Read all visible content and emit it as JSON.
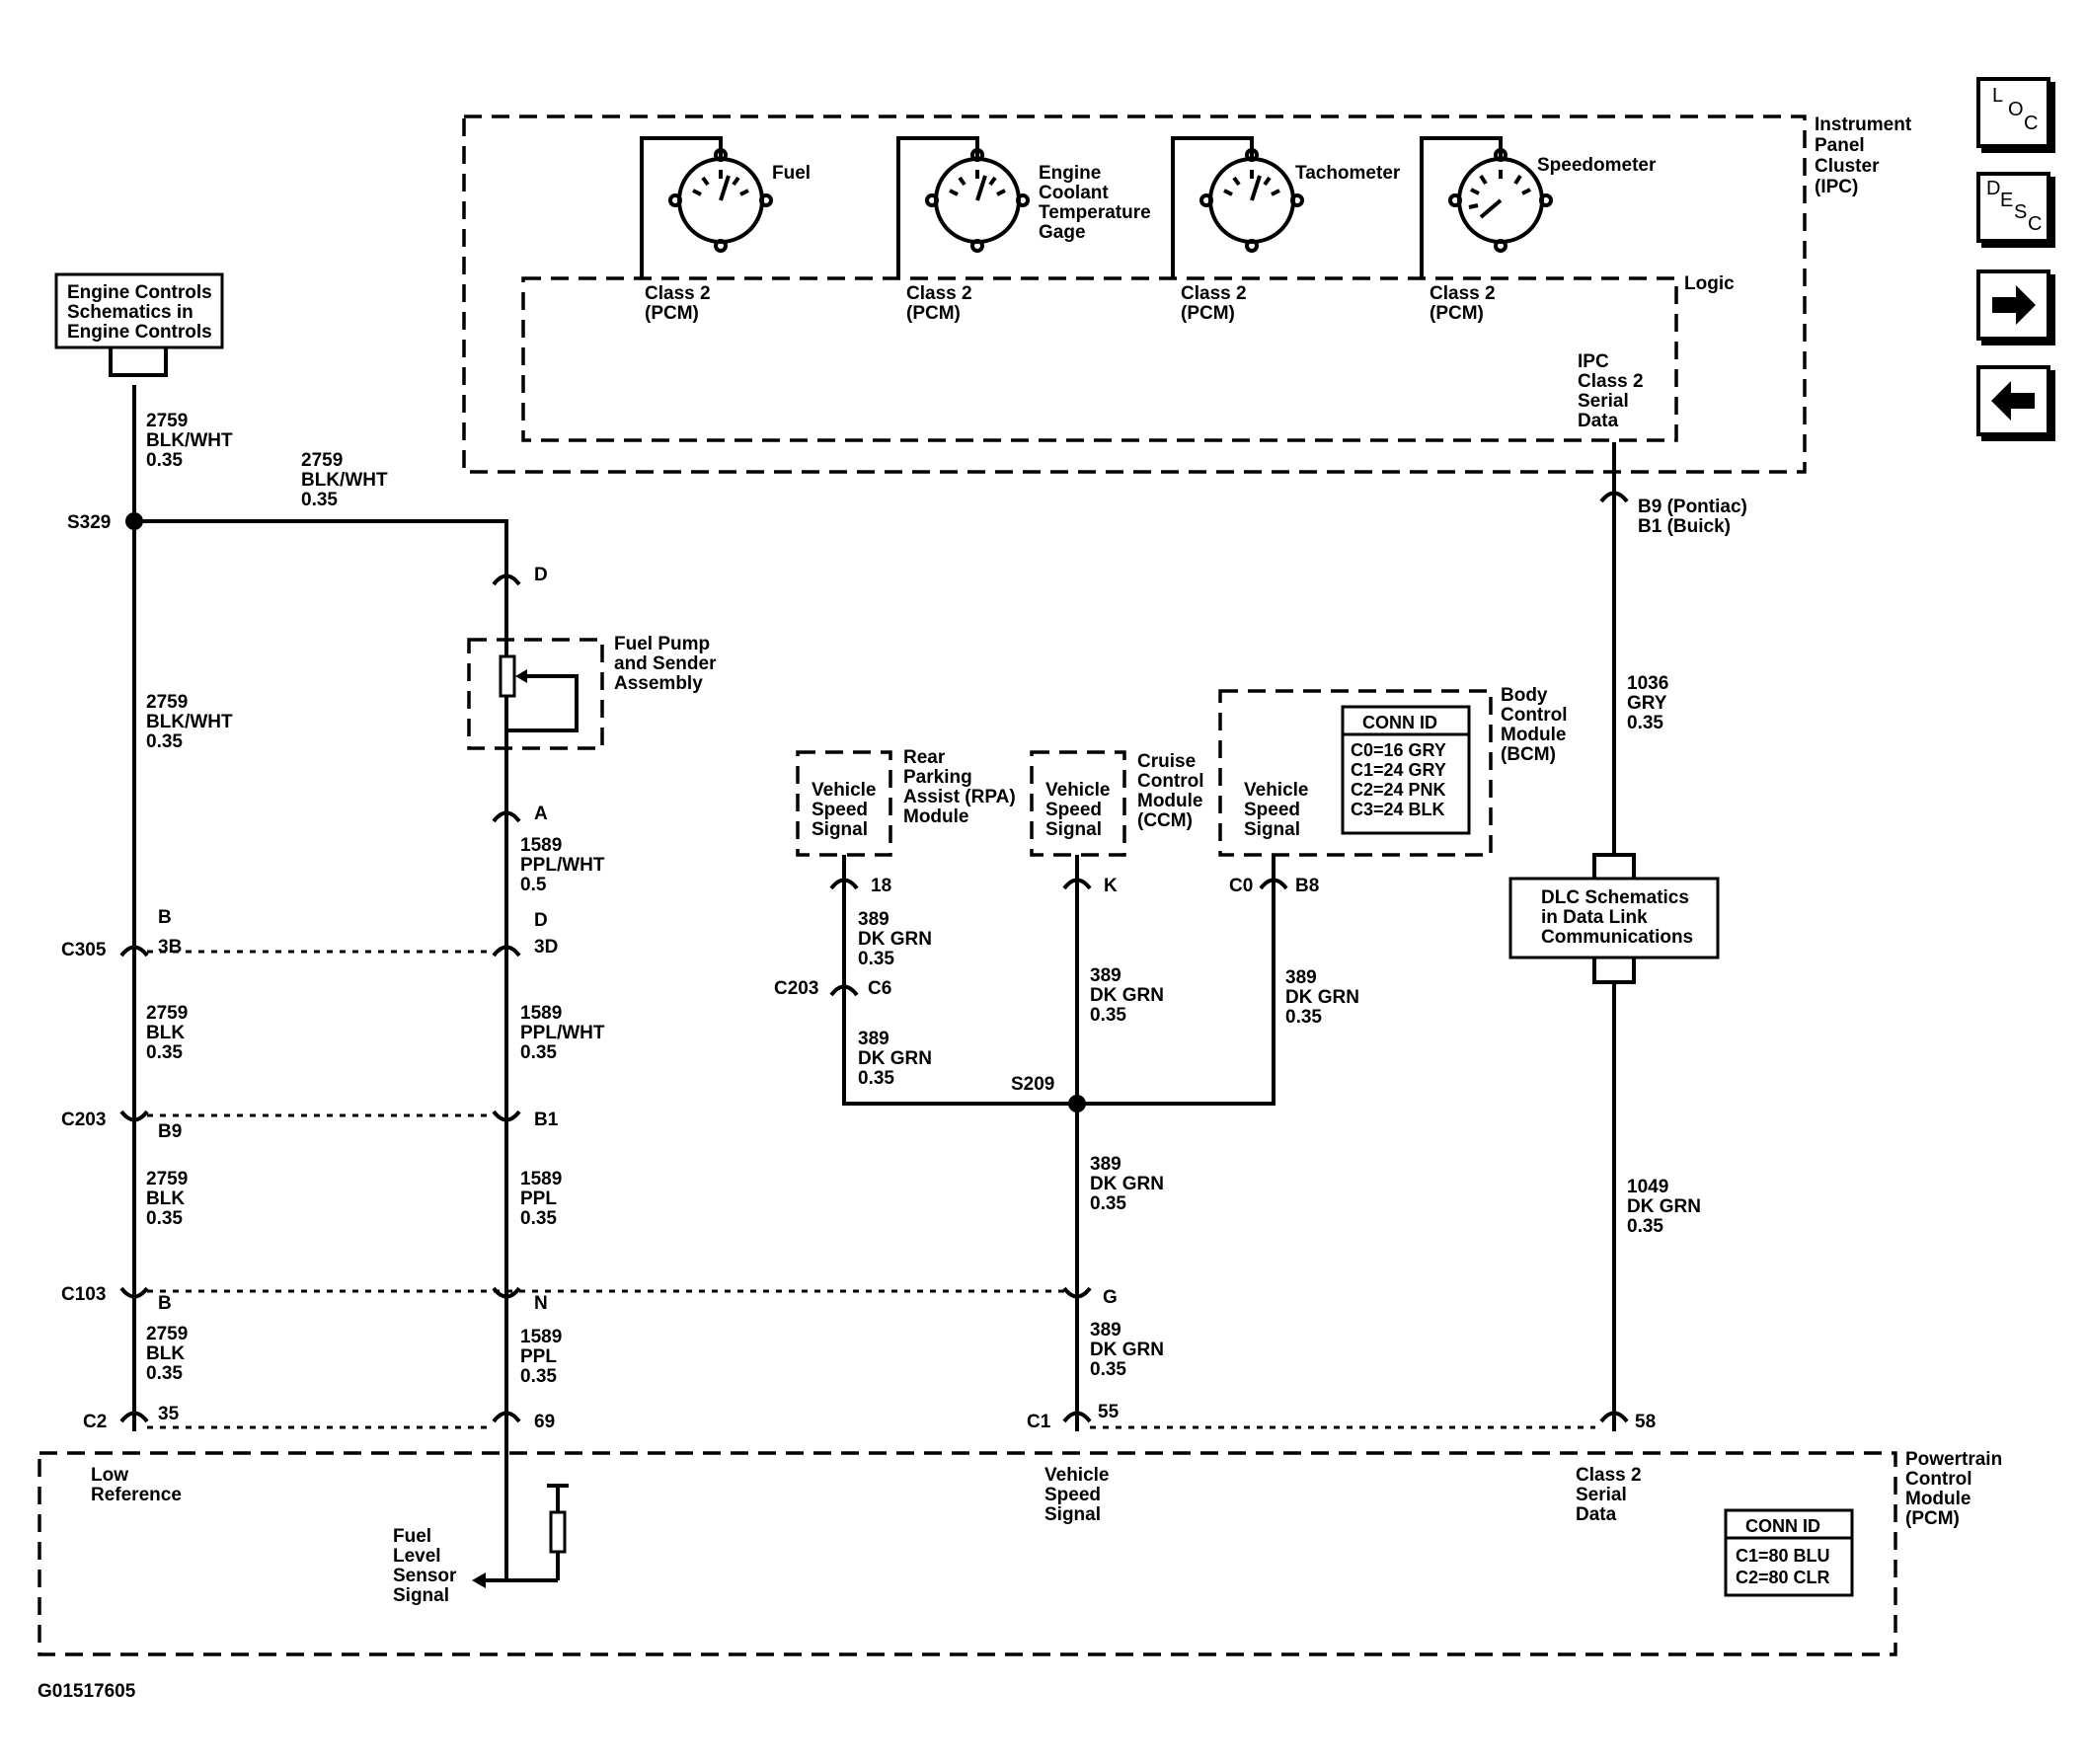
{
  "nav": {
    "loc": [
      "L",
      "O",
      "C"
    ],
    "desc": [
      "D",
      "E",
      "S",
      "C"
    ]
  },
  "ipc": {
    "label": [
      "Instrument",
      "Panel",
      "Cluster",
      "(IPC)"
    ],
    "logic": "Logic",
    "gauges": [
      {
        "name": [
          "Fuel"
        ],
        "class2": [
          "Class 2",
          "(PCM)"
        ]
      },
      {
        "name": [
          "Engine",
          "Coolant",
          "Temperature",
          "Gage"
        ],
        "class2": [
          "Class 2",
          "(PCM)"
        ]
      },
      {
        "name": [
          "Tachometer"
        ],
        "class2": [
          "Class 2",
          "(PCM)"
        ]
      },
      {
        "name": [
          "Speedometer"
        ],
        "class2": [
          "Class 2",
          "(PCM)"
        ]
      }
    ],
    "serial": [
      "IPC",
      "Class 2",
      "Serial",
      "Data"
    ]
  },
  "engine_controls_box": [
    "Engine Controls",
    "Schematics in",
    "Engine Controls"
  ],
  "fuel_pump": [
    "Fuel Pump",
    "and Sender",
    "Assembly"
  ],
  "rpa": {
    "label": [
      "Rear",
      "Parking",
      "Assist (RPA)",
      "Module"
    ],
    "signal": [
      "Vehicle",
      "Speed",
      "Signal"
    ]
  },
  "ccm": {
    "label": [
      "Cruise",
      "Control",
      "Module",
      "(CCM)"
    ],
    "signal": [
      "Vehicle",
      "Speed",
      "Signal"
    ]
  },
  "bcm": {
    "label": [
      "Body",
      "Control",
      "Module",
      "(BCM)"
    ],
    "signal": [
      "Vehicle",
      "Speed",
      "Signal"
    ],
    "conn_title": "CONN ID",
    "conn": [
      "C0=16 GRY",
      "C1=24 GRY",
      "C2=24 PNK",
      "C3=24 BLK"
    ]
  },
  "dlc_box": [
    "DLC Schematics",
    "in Data Link",
    "Communications"
  ],
  "pcm": {
    "label": [
      "Powertrain",
      "Control",
      "Module",
      "(PCM)"
    ],
    "low_ref": [
      "Low",
      "Reference"
    ],
    "fuel_level": [
      "Fuel",
      "Level",
      "Sensor",
      "Signal"
    ],
    "vss": [
      "Vehicle",
      "Speed",
      "Signal"
    ],
    "class2": [
      "Class 2",
      "Serial",
      "Data"
    ],
    "conn_title": "CONN ID",
    "conn": [
      "C1=80 BLU",
      "C2=80 CLR"
    ]
  },
  "wires": {
    "w2759_top": [
      "2759",
      "BLK/WHT",
      "0.35"
    ],
    "w2759_horiz": [
      "2759",
      "BLK/WHT",
      "0.35"
    ],
    "w2759_mid": [
      "2759",
      "BLK/WHT",
      "0.35"
    ],
    "w2759_b1": [
      "2759",
      "BLK",
      "0.35"
    ],
    "w2759_b2": [
      "2759",
      "BLK",
      "0.35"
    ],
    "w2759_b3": [
      "2759",
      "BLK",
      "0.35"
    ],
    "w1589_1": [
      "1589",
      "PPL/WHT",
      "0.5"
    ],
    "w1589_2": [
      "1589",
      "PPL/WHT",
      "0.35"
    ],
    "w1589_3": [
      "1589",
      "PPL",
      "0.35"
    ],
    "w1589_4": [
      "1589",
      "PPL",
      "0.35"
    ],
    "w389_rpa1": [
      "389",
      "DK GRN",
      "0.35"
    ],
    "w389_rpa2": [
      "389",
      "DK GRN",
      "0.35"
    ],
    "w389_ccm": [
      "389",
      "DK GRN",
      "0.35"
    ],
    "w389_bcm": [
      "389",
      "DK GRN",
      "0.35"
    ],
    "w389_s209": [
      "389",
      "DK GRN",
      "0.35"
    ],
    "w389_pcm": [
      "389",
      "DK GRN",
      "0.35"
    ],
    "w1036": [
      "1036",
      "GRY",
      "0.35"
    ],
    "w1049": [
      "1049",
      "DK GRN",
      "0.35"
    ]
  },
  "connectors": {
    "s329": "S329",
    "s209": "S209",
    "c305": "C305",
    "c203": "C203",
    "c203_rpa": "C203",
    "c103": "C103",
    "c2": "C2",
    "c1": "C1",
    "c0": "C0",
    "p_D": "D",
    "p_A": "A",
    "p_B": "B",
    "p_3B": "3B",
    "p_D2": "D",
    "p_3D": "3D",
    "p_B9": "B9",
    "p_B1": "B1",
    "p_B2": "B",
    "p_N": "N",
    "p_G": "G",
    "p_35": "35",
    "p_69": "69",
    "p_55": "55",
    "p_58": "58",
    "p_18": "18",
    "p_C6": "C6",
    "p_K": "K",
    "p_B8": "B8",
    "ipc_pin": [
      "B9 (Pontiac)",
      "B1 (Buick)"
    ]
  },
  "figure_id": "G01517605"
}
